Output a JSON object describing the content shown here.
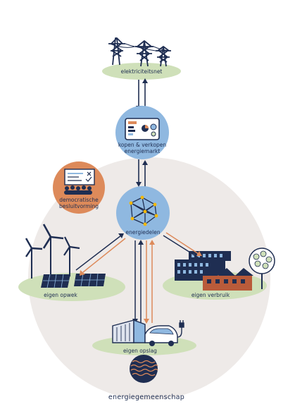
{
  "nodes": {
    "grid": {
      "label": "elektriciteitsnet"
    },
    "market": {
      "label_line1": "kopen & verkopen",
      "label_line2": "energiemarkt"
    },
    "democracy": {
      "label_line1": "democratische",
      "label_line2": "besluitvorming"
    },
    "sharing": {
      "label": "energiedelen"
    },
    "generation": {
      "label": "eigen opwek"
    },
    "consumption": {
      "label": "eigen verbruik"
    },
    "storage": {
      "label": "eigen opslag"
    }
  },
  "community": {
    "label": "energiegemeenschap"
  },
  "colors": {
    "navy": "#1f2e52",
    "light_blue": "#8fb8e0",
    "orange": "#dd8a5a",
    "green": "#cfe0b9",
    "community_fill": "#eeeae8",
    "brick": "#b95b3a"
  }
}
